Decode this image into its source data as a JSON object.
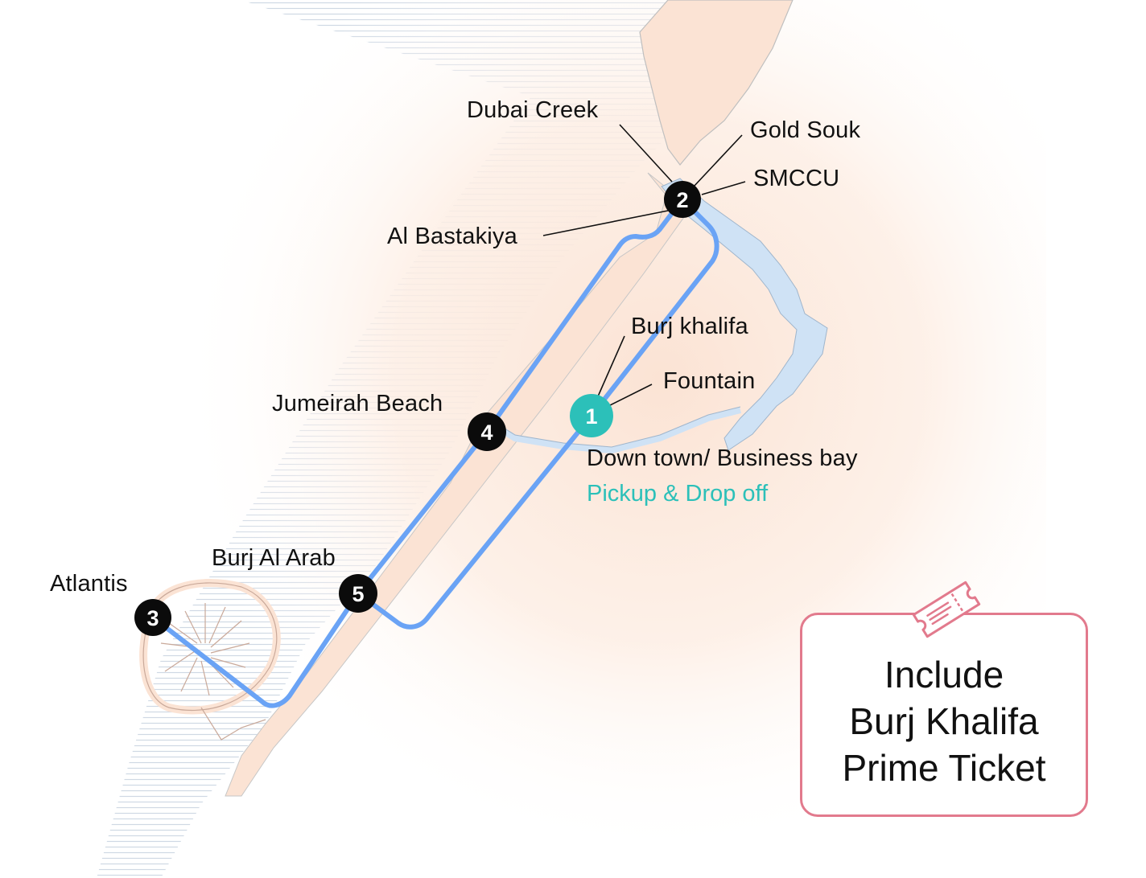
{
  "map": {
    "colors": {
      "route": "#6aa3f5",
      "land": "#fbe3d4",
      "water": "#cfe2f5",
      "sea_lines": "#cdd6e3",
      "marker_black": "#0b0b0b",
      "marker_teal": "#2cc0b9",
      "pickup_text": "#2cc0b9",
      "ticket_border": "#e27a8d"
    },
    "stops": [
      {
        "number": "1",
        "style": "teal"
      },
      {
        "number": "2",
        "style": "black"
      },
      {
        "number": "3",
        "style": "black"
      },
      {
        "number": "4",
        "style": "black"
      },
      {
        "number": "5",
        "style": "black"
      }
    ],
    "labels": {
      "dubai_creek": "Dubai Creek",
      "gold_souk": "Gold Souk",
      "smccu": "SMCCU",
      "al_bastakiya": "Al Bastakiya",
      "burj_khalifa": "Burj khalifa",
      "fountain": "Fountain",
      "jumeirah_beach": "Jumeirah Beach",
      "downtown": "Down town/ Business bay",
      "pickup": "Pickup & Drop off",
      "burj_al_arab": "Burj Al Arab",
      "atlantis": "Atlantis"
    }
  },
  "ticket": {
    "icon": "ticket-icon",
    "line1": "Include",
    "line2": "Burj Khalifa",
    "line3": "Prime Ticket"
  }
}
